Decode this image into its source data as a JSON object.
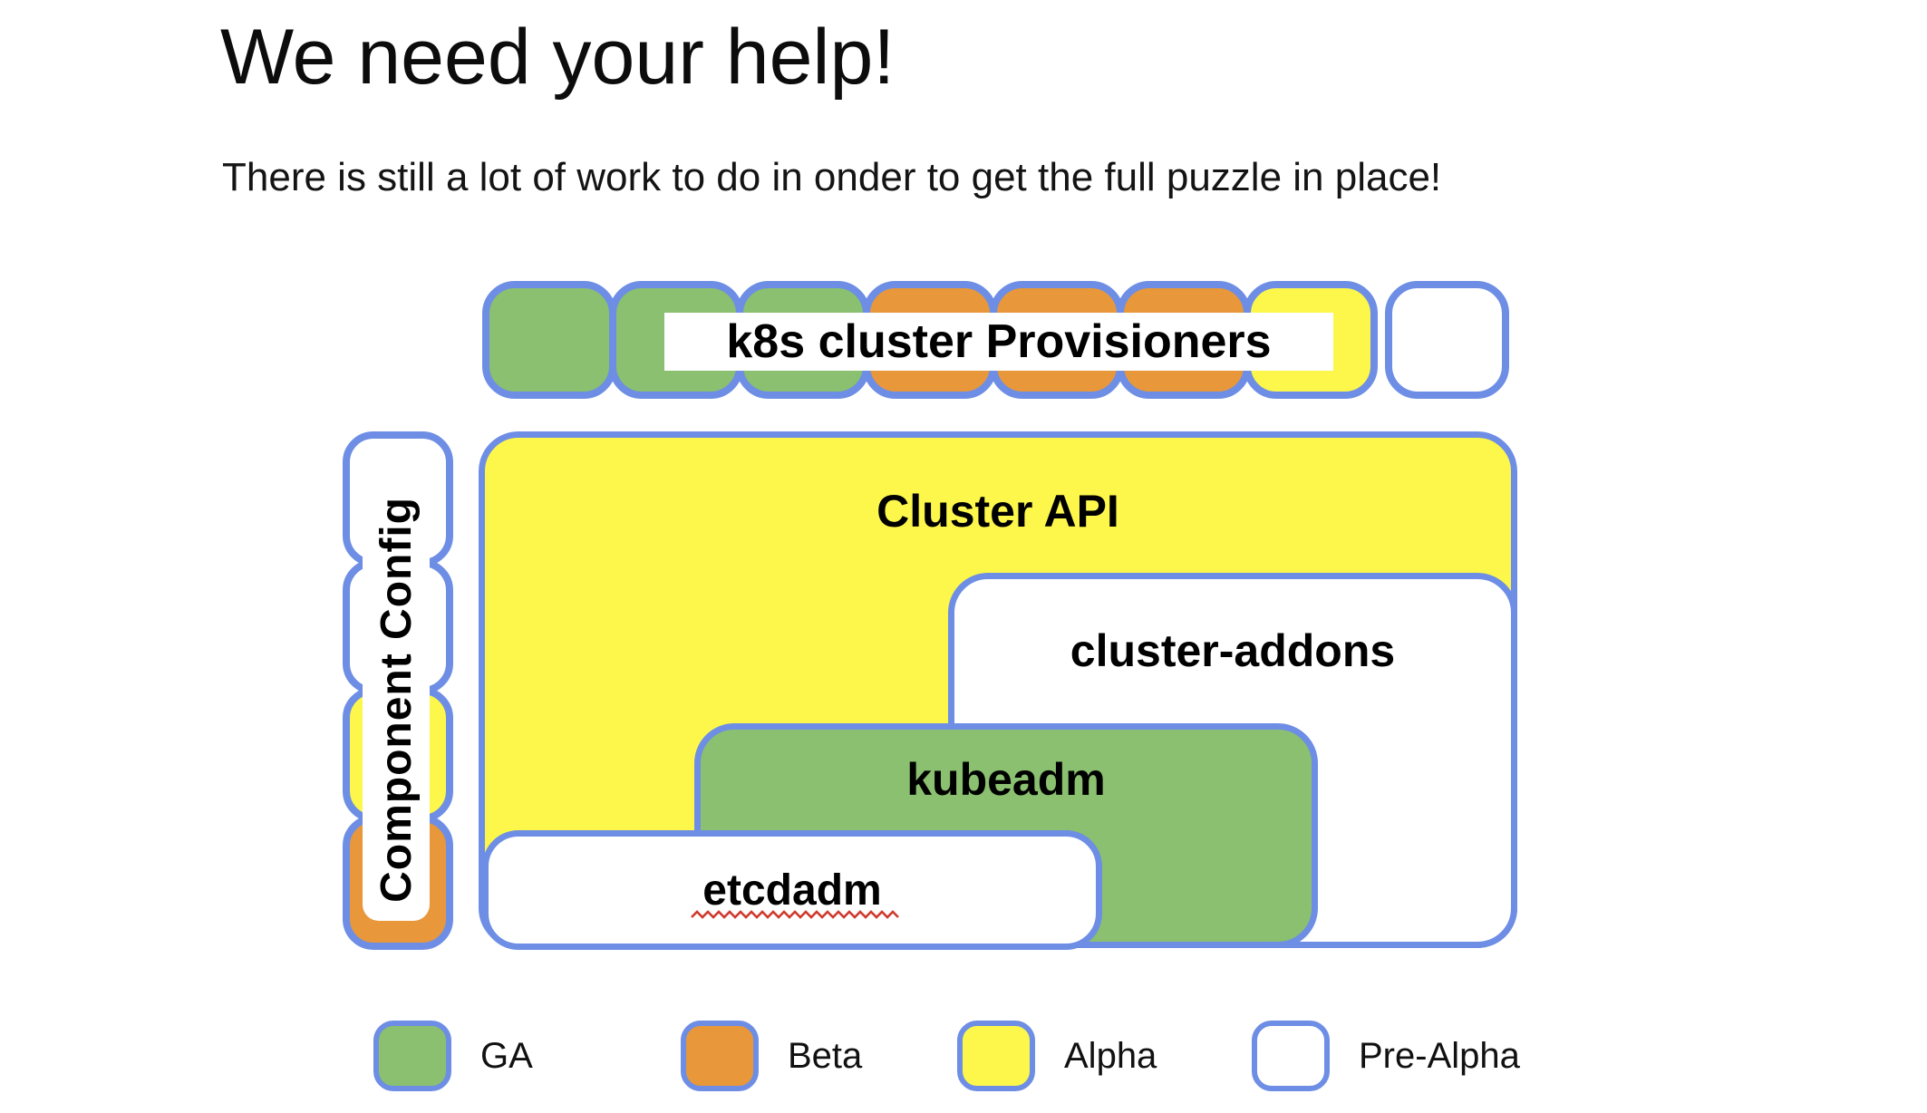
{
  "slide": {
    "title": "We need your help!",
    "subtitle": "There is still a lot of work to do in onder to get the full puzzle in place!"
  },
  "colors": {
    "ga": "#8ac06f",
    "beta": "#e8983b",
    "alpha": "#fdf74c",
    "pre_alpha": "#ffffff",
    "border": "#6d8ee4",
    "misspell": "#cf3a2e"
  },
  "top_row": {
    "label": "k8s cluster Provisioners",
    "squares": [
      "ga",
      "ga",
      "ga",
      "beta",
      "beta",
      "beta",
      "alpha",
      "pre_alpha"
    ]
  },
  "component_config": {
    "label": "Component Config",
    "squares": [
      "pre_alpha",
      "pre_alpha",
      "alpha",
      "beta"
    ]
  },
  "puzzle": {
    "cluster_api": {
      "label": "Cluster API",
      "status": "alpha"
    },
    "cluster_addons": {
      "label": "cluster-addons",
      "status": "pre_alpha"
    },
    "kubeadm": {
      "label": "kubeadm",
      "status": "ga"
    },
    "etcdadm": {
      "label": "etcdadm",
      "status": "pre_alpha"
    }
  },
  "legend": {
    "items": [
      {
        "label": "GA",
        "status": "ga"
      },
      {
        "label": "Beta",
        "status": "beta"
      },
      {
        "label": "Alpha",
        "status": "alpha"
      },
      {
        "label": "Pre-Alpha",
        "status": "pre_alpha"
      }
    ]
  }
}
